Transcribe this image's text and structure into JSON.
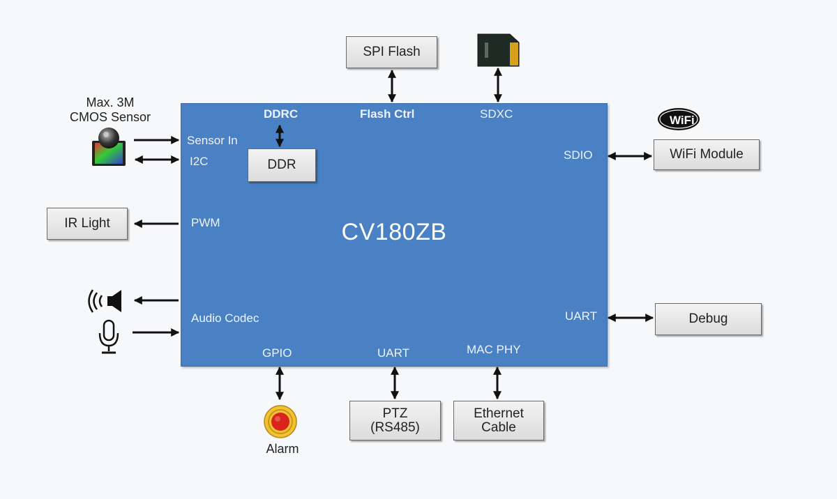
{
  "chip": {
    "title": "CV180ZB",
    "color": "#4a80c4"
  },
  "ports": {
    "ddrc": "DDRC",
    "flash_ctrl": "Flash Ctrl",
    "sdxc": "SDXC",
    "sensor_in": "Sensor In",
    "i2c": "I2C",
    "sdio": "SDIO",
    "pwm": "PWM",
    "audio_codec": "Audio Codec",
    "uart_right": "UART",
    "gpio": "GPIO",
    "uart_bottom": "UART",
    "mac_phy": "MAC PHY"
  },
  "boxes": {
    "ddr": "DDR",
    "spi_flash": "SPI Flash",
    "wifi_module": "WiFi Module",
    "ir_light": "IR Light",
    "debug": "Debug",
    "ptz_line1": "PTZ",
    "ptz_line2": "(RS485)",
    "ethernet_line1": "Ethernet",
    "ethernet_line2": "Cable"
  },
  "labels": {
    "sensor_line1": "Max. 3M",
    "sensor_line2": "CMOS Sensor",
    "alarm": "Alarm",
    "wifi_logo": "WiFi"
  },
  "icons": [
    "sd-card-icon",
    "camera-sensor-icon",
    "wifi-logo-icon",
    "speaker-icon",
    "microphone-icon",
    "alarm-icon"
  ]
}
